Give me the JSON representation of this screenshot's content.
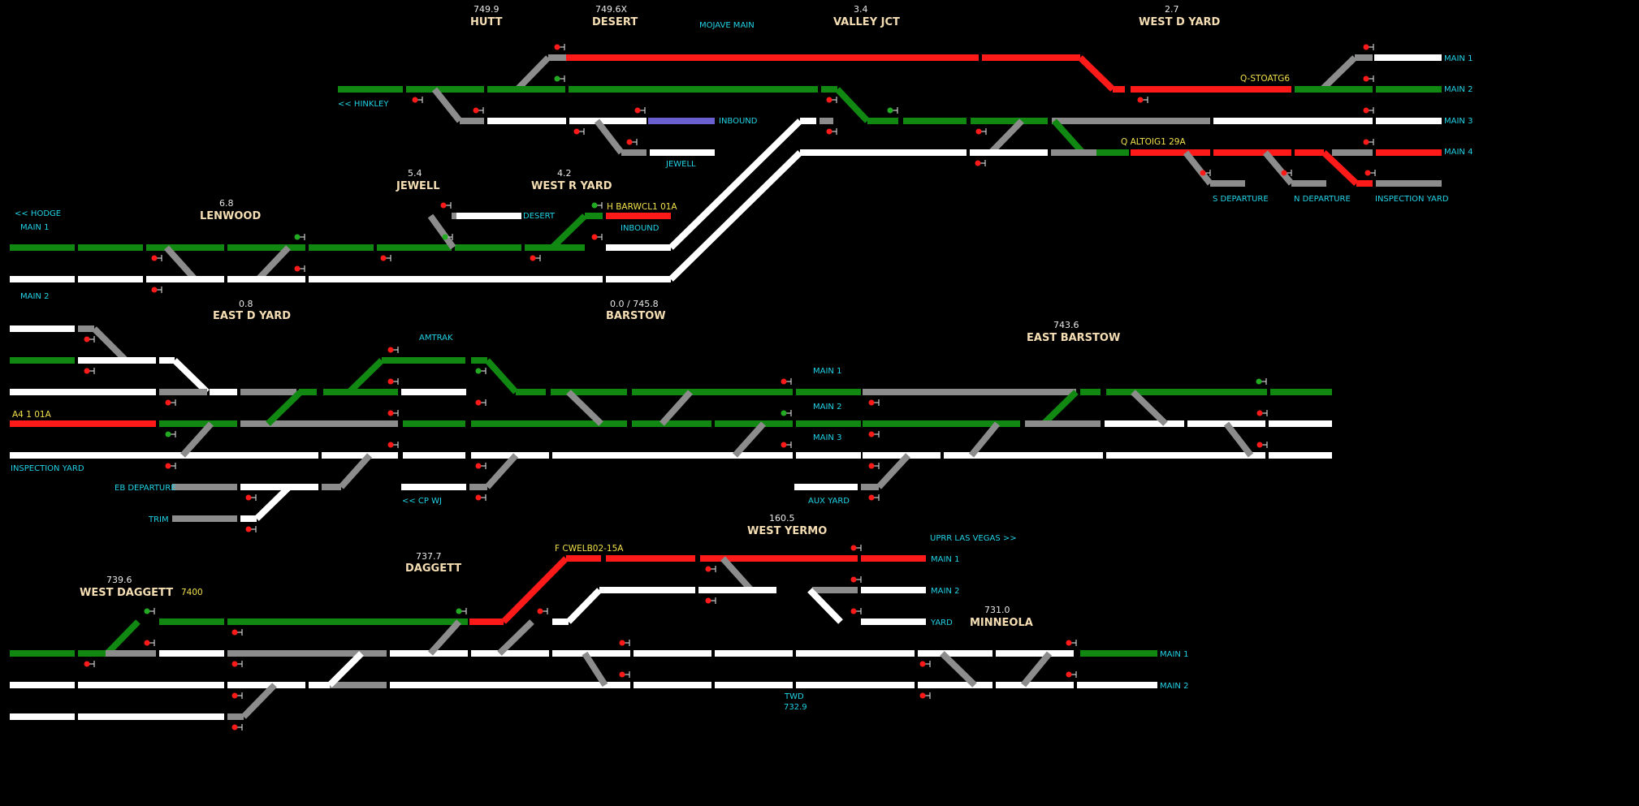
{
  "colors": {
    "occupied": "#ff1a1a",
    "clear": "#118811",
    "idle": "#ffffff",
    "switch": "#8c8c8c",
    "reserved": "#6a5fd0",
    "text_station": "#f5deb3",
    "text_track": "#22d3e6",
    "text_train": "#f0e04a",
    "signal_stop": "#ff1a1a",
    "signal_clear": "#22aa22"
  },
  "stations": [
    {
      "mp": "749.9",
      "name": "HUTT"
    },
    {
      "mp": "749.6X",
      "name": "DESERT"
    },
    {
      "mp": "3.4",
      "name": "VALLEY JCT"
    },
    {
      "mp": "2.7",
      "name": "WEST D YARD"
    },
    {
      "mp": "6.8",
      "name": "LENWOOD"
    },
    {
      "mp": "5.4",
      "name": "JEWELL"
    },
    {
      "mp": "4.2",
      "name": "WEST R YARD"
    },
    {
      "mp": "0.8",
      "name": "EAST D YARD"
    },
    {
      "mp": "0.0 / 745.8",
      "name": "BARSTOW"
    },
    {
      "mp": "743.6",
      "name": "EAST BARSTOW"
    },
    {
      "mp": "160.5",
      "name": "WEST YERMO"
    },
    {
      "mp": "737.7",
      "name": "DAGGETT"
    },
    {
      "mp": "739.6",
      "name": "WEST DAGGETT"
    },
    {
      "mp": "731.0",
      "name": "MINNEOLA"
    }
  ],
  "track_labels": [
    "MOJAVE MAIN",
    "MAIN 1",
    "MAIN 2",
    "MAIN 3",
    "MAIN 4",
    "<< HINKLEY",
    "INBOUND",
    "JEWELL",
    "S DEPARTURE",
    "N DEPARTURE",
    "INSPECTION YARD",
    "<< HODGE",
    "MAIN 1",
    "MAIN 2",
    "DESERT",
    "INBOUND",
    "AMTRAK",
    "MAIN 1",
    "MAIN 2",
    "MAIN 3",
    "INSPECTION YARD",
    "EB DEPARTURE",
    "TRIM",
    "<< CP WJ",
    "AUX YARD",
    "UPRR LAS VEGAS >>",
    "MAIN 1",
    "MAIN 2",
    "YARD",
    "MAIN 1",
    "MAIN 2",
    "TWD",
    "732.9"
  ],
  "trains": [
    "Q-STOATG6",
    "Q ALTOIG1 29A",
    "H BARWCL1 01A",
    "A4 1 01A",
    "F CWELB02-15A",
    "7400"
  ]
}
